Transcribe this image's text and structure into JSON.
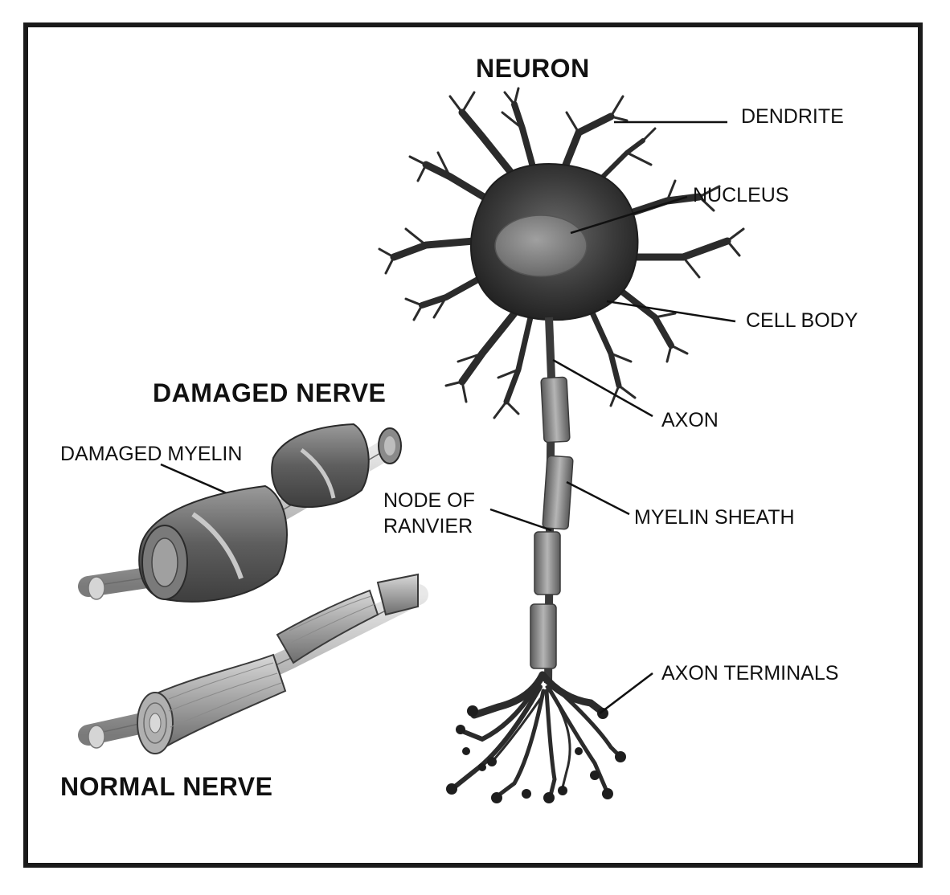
{
  "titles": {
    "neuron": "NEURON",
    "damaged_nerve": "DAMAGED NERVE",
    "normal_nerve": "NORMAL NERVE"
  },
  "labels": {
    "dendrite": "DENDRITE",
    "nucleus": "NUCLEUS",
    "cell_body": "CELL BODY",
    "axon": "AXON",
    "myelin_sheath": "MYELIN SHEATH",
    "node_of_ranvier_line1": "NODE OF",
    "node_of_ranvier_line2": "RANVIER",
    "axon_terminals": "AXON TERMINALS",
    "damaged_myelin": "DAMAGED MYELIN"
  },
  "colors": {
    "border": "#1a1a1a",
    "ink": "#111111",
    "cell_dark": "#2b2b2b",
    "nucleus": "#7d7d7d",
    "sheath": "#8a8a8a",
    "nerve_light": "#bfbfbf"
  }
}
